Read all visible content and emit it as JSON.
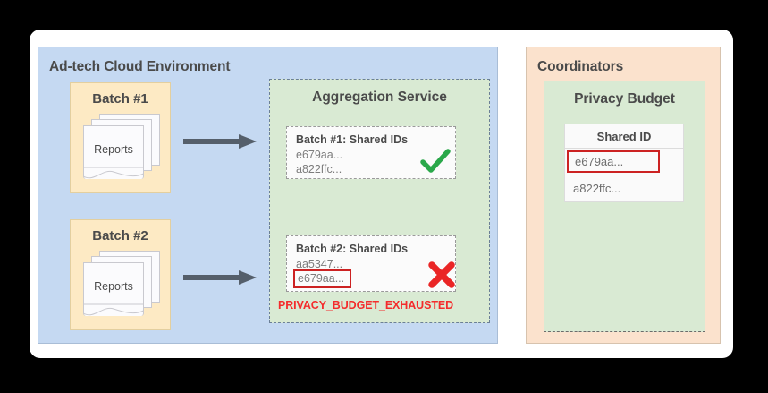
{
  "colors": {
    "panel_blue": "#c5d9f2",
    "panel_orange": "#fbe2cd",
    "batch_yellow": "#fdeac4",
    "service_green": "#d9ead3",
    "error_red": "#f42c2c",
    "highlight_red": "#cc2222",
    "check_green": "#2aa84a",
    "arrow_gray": "#555555"
  },
  "adtech_panel": {
    "title": "Ad-tech Cloud Environment",
    "batches": [
      {
        "label": "Batch #1",
        "documents_label": "Reports"
      },
      {
        "label": "Batch #2",
        "documents_label": "Reports"
      }
    ],
    "arrows": [
      {
        "name": "arrow-batch-1-to-service"
      },
      {
        "name": "arrow-batch-2-to-service"
      }
    ],
    "aggregation_service": {
      "title": "Aggregation Service",
      "cards": [
        {
          "title": "Batch #1: Shared IDs",
          "ids": [
            "e679aa...",
            "a822ffc..."
          ],
          "highlighted_id_index": -1,
          "status_icon": "check-icon",
          "error": ""
        },
        {
          "title": "Batch #2: Shared IDs",
          "ids": [
            "aa5347...",
            "e679aa..."
          ],
          "highlighted_id_index": 1,
          "status_icon": "cross-icon",
          "error": "PRIVACY_BUDGET_EXHAUSTED"
        }
      ]
    }
  },
  "coordinators_panel": {
    "title": "Coordinators",
    "privacy_budget": {
      "title": "Privacy Budget",
      "table": {
        "header": "Shared ID",
        "rows": [
          {
            "value": "e679aa...",
            "highlighted": true
          },
          {
            "value": "a822ffc...",
            "highlighted": false
          }
        ]
      }
    }
  }
}
